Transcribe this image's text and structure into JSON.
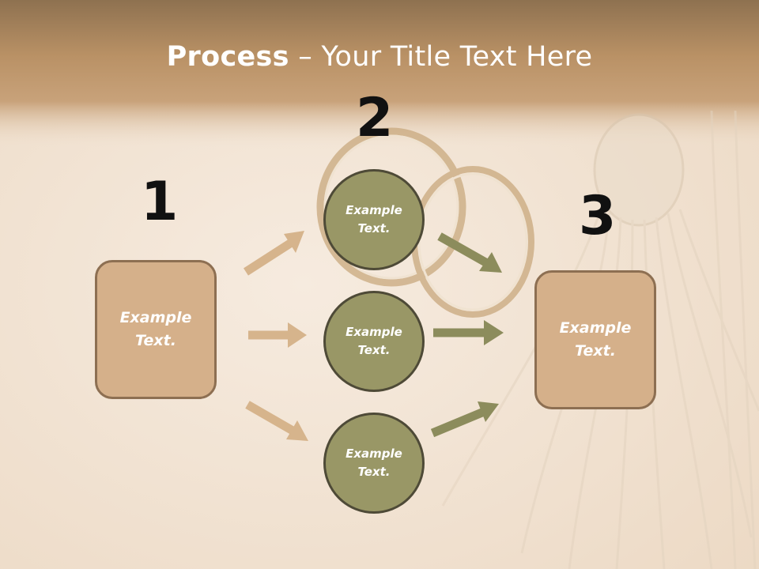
{
  "header": {
    "title_bold": "Process",
    "title_rest": " – Your Title Text Here"
  },
  "steps": {
    "num1": "1",
    "num2": "2",
    "num3": "3"
  },
  "left_box": {
    "text": "Example\nText."
  },
  "circles": [
    {
      "text": "Example\nText."
    },
    {
      "text": "Example\nText."
    },
    {
      "text": "Example\nText."
    }
  ],
  "right_box": {
    "text": "Example\nText."
  },
  "colors": {
    "header": "#b98f5f",
    "box_fill": "#d5b08a",
    "circle_fill": "#999766",
    "arrow_tan": "#d6b48c",
    "arrow_olive": "#8c8c5c"
  }
}
